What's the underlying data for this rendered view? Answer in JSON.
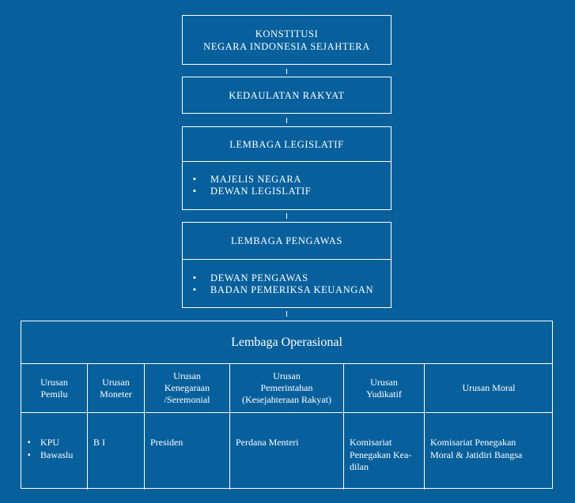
{
  "konstitusi": {
    "line1": "KONSTITUSI",
    "line2": "NEGARA  INDONESIA SEJAHTERA"
  },
  "kedaulatan": {
    "title": "KEDAULATAN  RAKYAT"
  },
  "legislatif": {
    "title": "LEMBAGA  LEGISLATIF",
    "items": [
      "MAJELIS NEGARA",
      "DEWAN  LEGISLATIF"
    ]
  },
  "pengawas": {
    "title": "LEMBAGA  PENGAWAS",
    "items": [
      "DEWAN PENGAWAS",
      "BADAN PEMERIKSA KEUANGAN"
    ]
  },
  "operasional": {
    "title": "Lembaga Operasional",
    "columns": [
      {
        "header": [
          "Urusan",
          "Pemilu"
        ],
        "items": [
          "KPU",
          "Bawaslu"
        ]
      },
      {
        "header": [
          "Urusan",
          "Moneter"
        ],
        "body": [
          "B I"
        ]
      },
      {
        "header": [
          "Urusan",
          "Kenegaraan",
          "/Seremonial"
        ],
        "body": [
          "Presiden"
        ]
      },
      {
        "header": [
          "Urusan",
          "Pemerintahan",
          "(Kesejahteraan Rakyat)"
        ],
        "body": [
          "Perdana Menteri"
        ]
      },
      {
        "header": [
          "Urusan",
          "Yudikatif"
        ],
        "body": [
          "Komisariat",
          "Penegakan Kea-",
          "dilan"
        ]
      },
      {
        "header": [
          "Urusan Moral"
        ],
        "body": [
          "Komisariat Penegakan",
          "Moral & Jatidiri Bangsa"
        ]
      }
    ]
  }
}
